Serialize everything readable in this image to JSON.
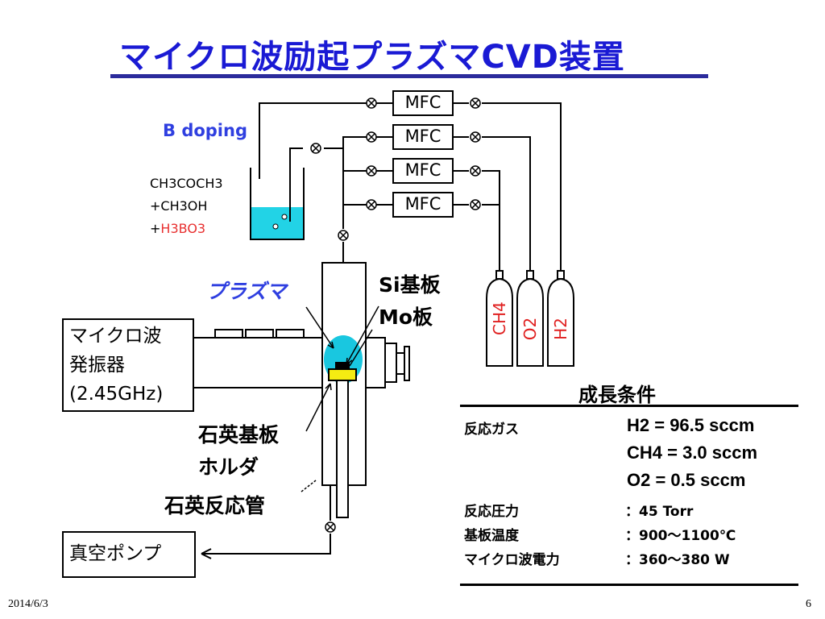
{
  "title": "マイクロ波励起プラズマCVD装置",
  "diagram": {
    "mfc_label": "MFC",
    "b_doping": "B doping",
    "chem_line1": "CH3COCH3",
    "chem_line2": "+CH3OH",
    "chem_line3_plus": "+",
    "chem_line3": "H3BO3",
    "plasma": "プラズマ",
    "si_substrate": "Si基板",
    "mo_plate": "Mo板",
    "microwave_gen_line1": "マイクロ波",
    "microwave_gen_line2": "発振器",
    "microwave_gen_line3": "(2.45GHz)",
    "quartz_holder_line1": "石英基板",
    "quartz_holder_line2": "ホルダ",
    "quartz_tube": "石英反応管",
    "vacuum_pump": "真空ポンプ",
    "cylinders": [
      "CH4",
      "O2",
      "H2"
    ]
  },
  "conditions": {
    "title": "成長条件",
    "rows": [
      {
        "label": "反応ガス",
        "value": "H2 = 96.5 sccm"
      },
      {
        "label": "",
        "value": "CH4 = 3.0 sccm"
      },
      {
        "label": "",
        "value": "O2 = 0.5 sccm"
      },
      {
        "label": "反応圧力",
        "value": "：45 Torr"
      },
      {
        "label": "基板温度",
        "value": "：900～1100℃"
      },
      {
        "label": "マイクロ波電力",
        "value": "：360～380 W"
      }
    ]
  },
  "footer": {
    "date": "2014/6/3",
    "page": "6"
  },
  "colors": {
    "title": "#1a1ad4",
    "title_rule": "#2b2b9c",
    "liquid": "#22d3e6",
    "plasma": "#19c7e0",
    "substrate": "#f5ec12",
    "cylinder_text": "#e02020",
    "b_doping": "#2f3fe0",
    "boric_acid": "#e83030"
  }
}
